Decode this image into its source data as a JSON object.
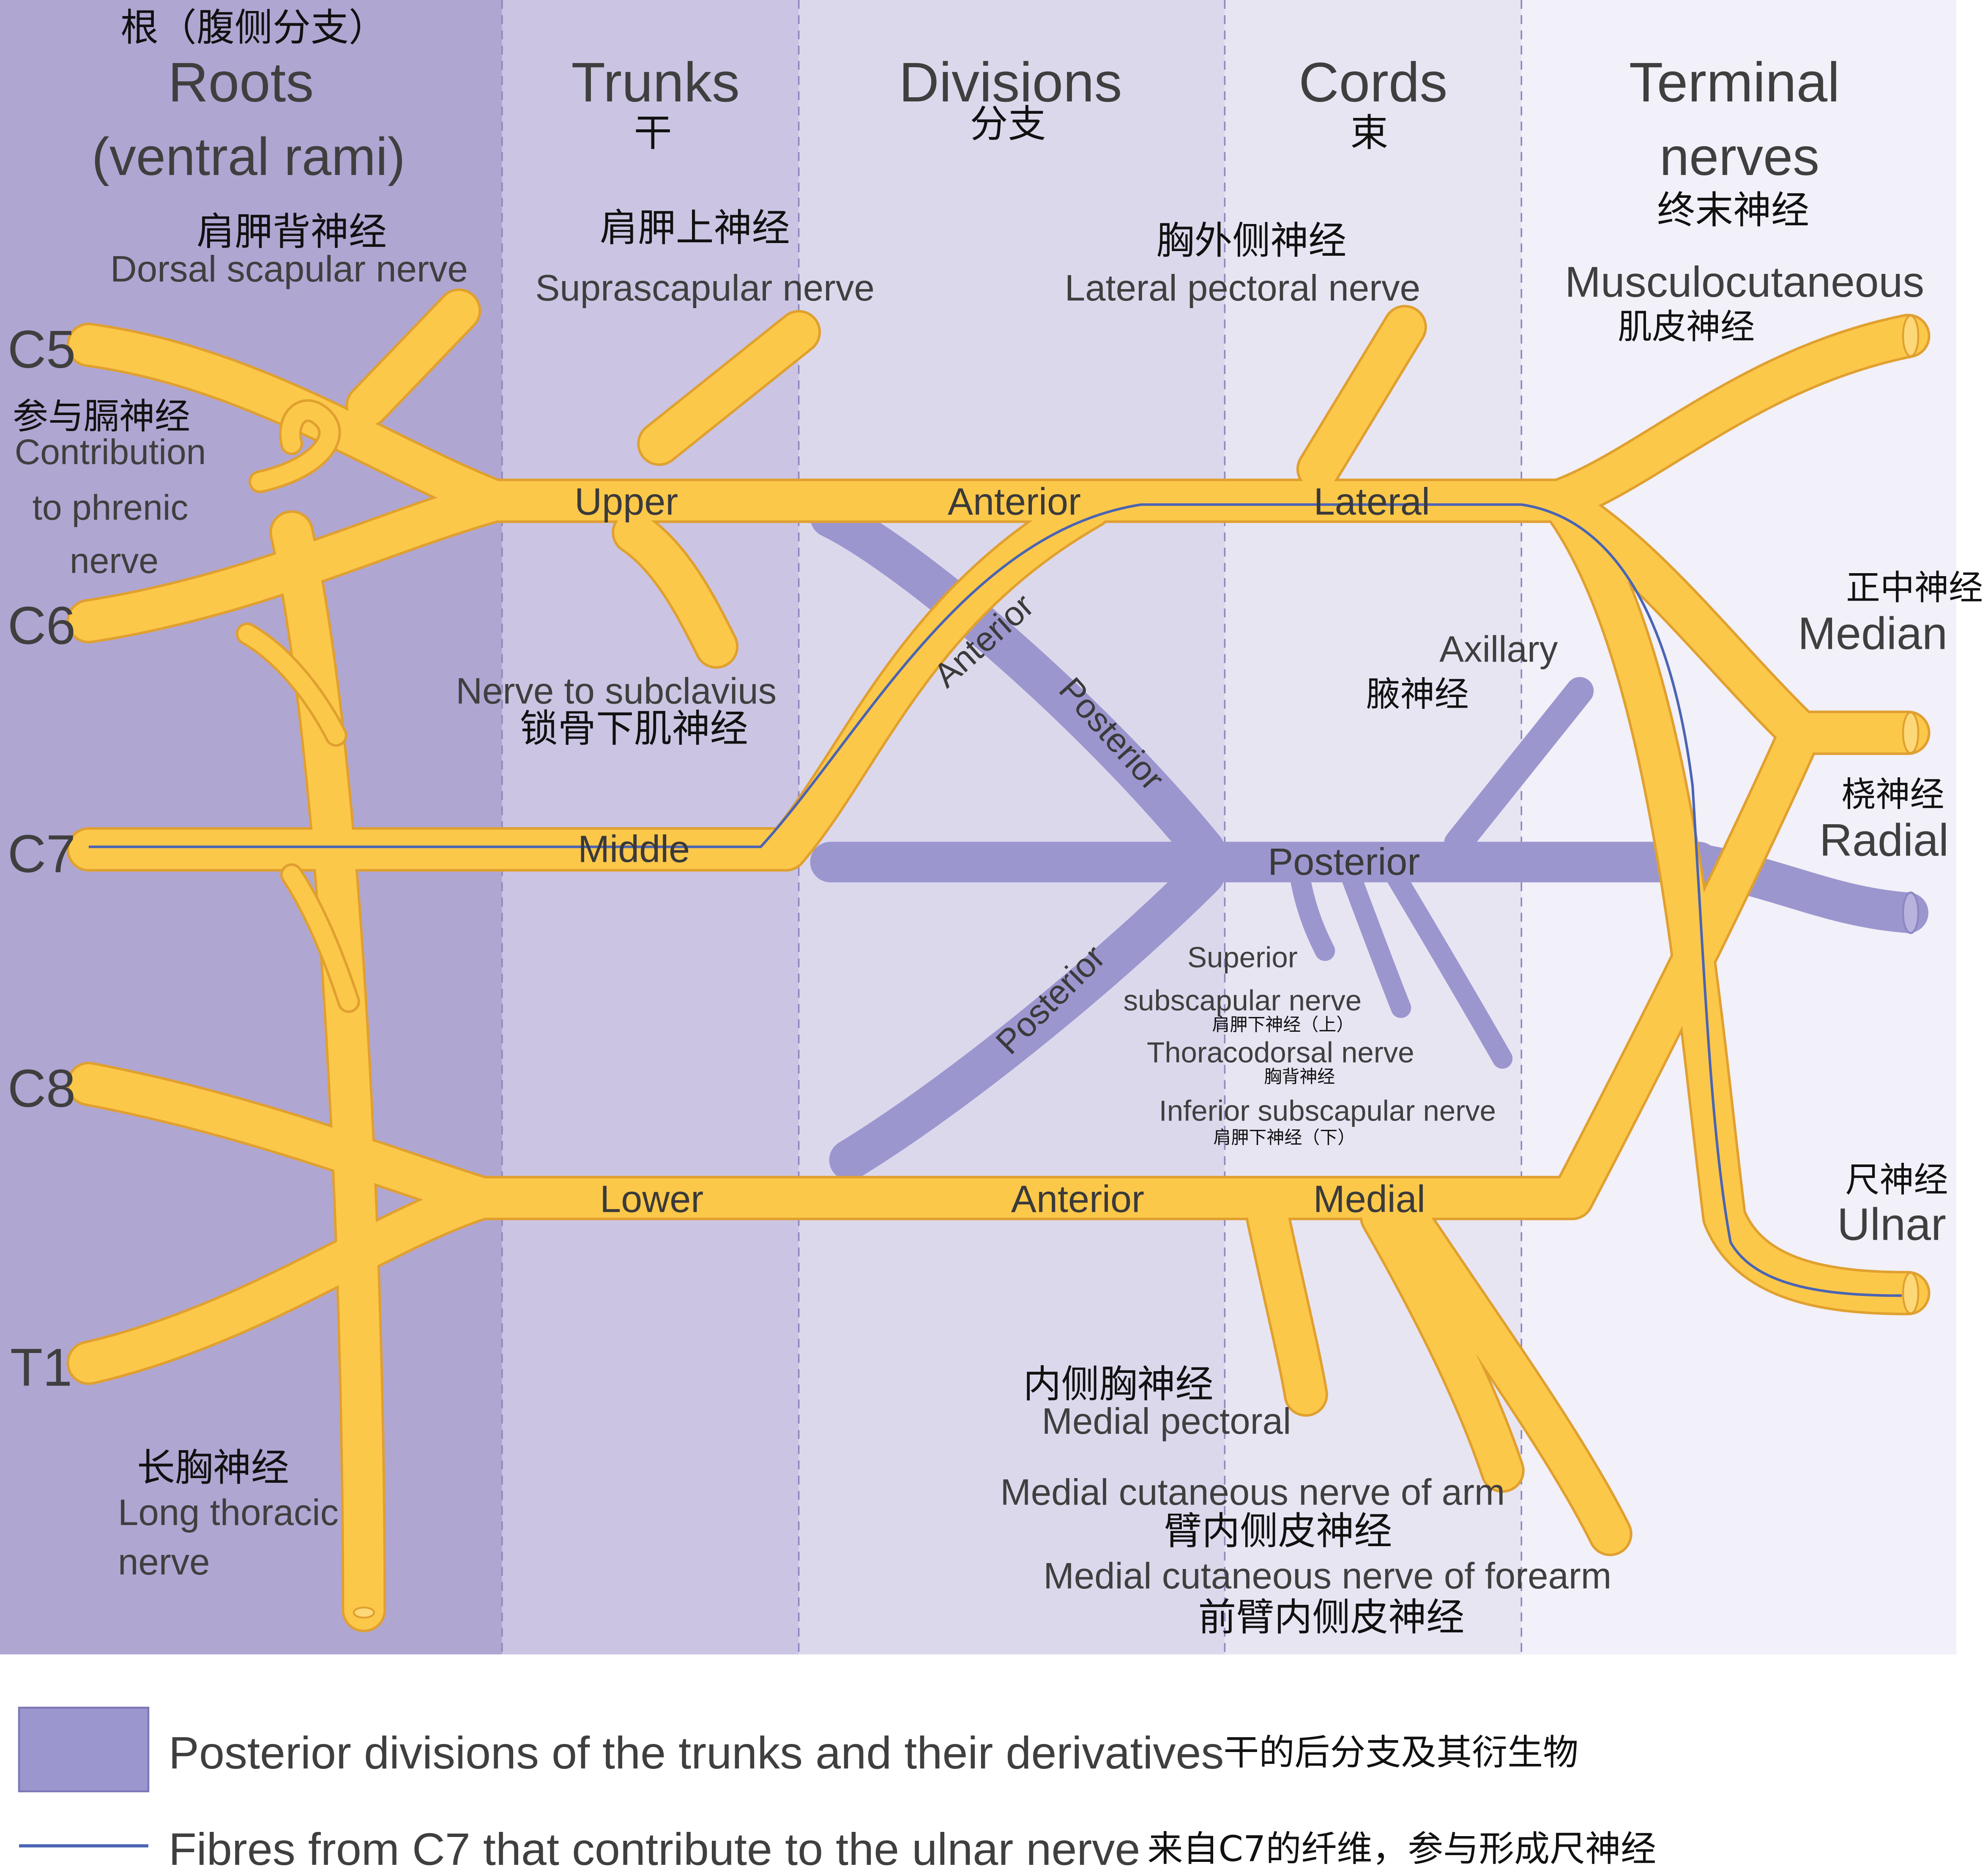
{
  "colors": {
    "roots_band": "#b0a6d2",
    "trunks_band": "#cbc5e3",
    "divisions_band": "#dcd8ec",
    "cords_band": "#e8e5f3",
    "terminal_band": "#f2f0f8",
    "nerve": "#fcc84a",
    "nerve_edge": "#e0a030",
    "posterior": "#9c96cf",
    "c7_fibre": "#4a64b4"
  },
  "headers": {
    "roots_zh": "根（腹侧分支）",
    "roots_en_1": "Roots",
    "roots_en_2": "(ventral rami)",
    "trunks_en": "Trunks",
    "trunks_zh": "干",
    "divisions_en": "Divisions",
    "divisions_zh": "分支",
    "cords_en": "Cords",
    "cords_zh": "束",
    "terminal_en_1": "Terminal",
    "terminal_en_2": "nerves",
    "terminal_zh": "终末神经"
  },
  "roots": {
    "c5": "C5",
    "c6": "C6",
    "c7": "C7",
    "c8": "C8",
    "t1": "T1"
  },
  "labels": {
    "dorsal_scapular_zh": "肩胛背神经",
    "dorsal_scapular_en": "Dorsal scapular nerve",
    "suprascapular_zh": "肩胛上神经",
    "suprascapular_en": "Suprascapular nerve",
    "lateral_pectoral_zh": "胸外侧神经",
    "lateral_pectoral_en": "Lateral pectoral nerve",
    "phrenic_zh": "参与膈神经",
    "phrenic_en_1": "Contribution",
    "phrenic_en_2": "to phrenic",
    "phrenic_en_3": "nerve",
    "subclavius_en": "Nerve to subclavius",
    "subclavius_zh": "锁骨下肌神经",
    "long_thoracic_zh": "长胸神经",
    "long_thoracic_en_1": "Long thoracic",
    "long_thoracic_en_2": "nerve",
    "axillary_en": "Axillary",
    "axillary_zh": "腋神经",
    "superior_subscap_en_1": "Superior",
    "superior_subscap_en_2": "subscapular nerve",
    "superior_subscap_zh": "肩胛下神经（上）",
    "thoracodorsal_en": "Thoracodorsal nerve",
    "thoracodorsal_zh": "胸背神经",
    "inferior_subscap_en": "Inferior subscapular nerve",
    "inferior_subscap_zh": "肩胛下神经（下）",
    "medial_pectoral_zh": "内侧胸神经",
    "medial_pectoral_en": "Medial pectoral",
    "med_cut_arm_en": "Medial cutaneous nerve of arm",
    "med_cut_arm_zh": "臂内侧皮神经",
    "med_cut_forearm_en": "Medial cutaneous nerve of forearm",
    "med_cut_forearm_zh": "前臂内侧皮神经"
  },
  "trunk_labels": {
    "upper": "Upper",
    "middle": "Middle",
    "lower": "Lower"
  },
  "division_labels": {
    "upper_anterior": "Anterior",
    "lower_anterior": "Anterior",
    "diag_anterior": "Anterior",
    "diag_posterior_upper": "Posterior",
    "diag_posterior_lower": "Posterior"
  },
  "cord_labels": {
    "lateral": "Lateral",
    "posterior": "Posterior",
    "medial": "Medial"
  },
  "terminals": {
    "musculocutaneous_en": "Musculocutaneous",
    "musculocutaneous_zh": "肌皮神经",
    "median_zh": "正中神经",
    "median_en": "Median",
    "radial_zh": "桡神经",
    "radial_en": "Radial",
    "ulnar_zh": "尺神经",
    "ulnar_en": "Ulnar"
  },
  "legend": {
    "posterior_en": "Posterior divisions of the trunks and their derivatives",
    "posterior_zh": "干的后分支及其衍生物",
    "fibre_en": "Fibres from C7 that contribute to the ulnar nerve",
    "fibre_zh": "来自C7的纤维，参与形成尺神经"
  }
}
